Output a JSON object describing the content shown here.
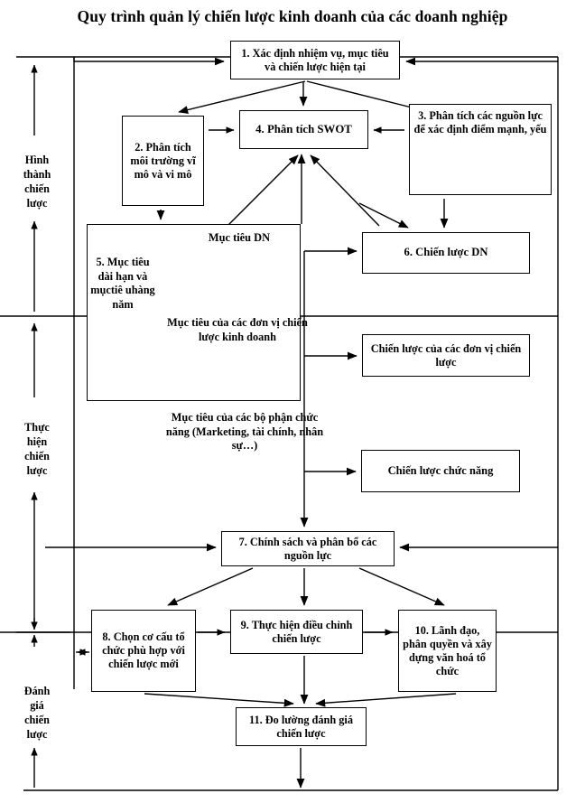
{
  "title": "Quy trình quản lý chiến lược kinh doanh của các doanh nghiệp",
  "diagram": {
    "type": "flowchart",
    "orientation": "top-down",
    "zones": [
      {
        "id": "zone-formation",
        "label": "Hình\nthành\nchiến\nlược"
      },
      {
        "id": "zone-implementation",
        "label": "Thực\nhiện\nchiến\nlược"
      },
      {
        "id": "zone-evaluation",
        "label": "Đánh\ngiá\nchiến\nlược"
      }
    ],
    "nodes": [
      {
        "id": "n1",
        "number": "1.",
        "label": "1. Xác định  nhiệm vụ, mục tiêu và chiến lược hiện tại"
      },
      {
        "id": "n2",
        "number": "2.",
        "label": "2. Phân tích môi trường vĩ mô và vi mô"
      },
      {
        "id": "n3",
        "number": "3.",
        "label": "3. Phân tích các nguồn lực để xác định điểm mạnh, yếu"
      },
      {
        "id": "n4",
        "number": "4.",
        "label": "4. Phân tích SWOT"
      },
      {
        "id": "n5",
        "number": "5.",
        "label": "5. Mục tiêu dài hạn và mụctiê uhàng năm"
      },
      {
        "id": "n6",
        "number": "6.",
        "label": "6. Chiến lược DN"
      },
      {
        "id": "n7",
        "number": "7.",
        "label": "7. Chính sách và phân bổ các nguồn lực"
      },
      {
        "id": "n8",
        "number": "8.",
        "label": "8. Chọn cơ cấu tổ chức phù hợp với chiến lược mới"
      },
      {
        "id": "n9",
        "number": "9.",
        "label": "9. Thực hiện điều chỉnh chiến lược"
      },
      {
        "id": "n10",
        "number": "10.",
        "label": "10. Lãnh đạo, phân quyền và xây dựng văn hoá tổ chức"
      },
      {
        "id": "n11",
        "number": "11.",
        "label": "11. Đo lường đánh giá chiến lược"
      },
      {
        "id": "n-sbu-strategy",
        "number": "",
        "label": "Chiến lược của các đơn vị chiến lược"
      },
      {
        "id": "n-func-strategy",
        "number": "",
        "label": "Chiến lược chức năng"
      }
    ],
    "inline_labels": [
      {
        "id": "objective-corporate",
        "label": "Mục tiêu DN"
      },
      {
        "id": "objective-sbu",
        "label": "Mục tiêu của các đơn vị chiến lược kinh doanh"
      },
      {
        "id": "objective-function",
        "label": "Mục tiêu của các bộ phận chức năng (Marketing, tài chính, nhân sự…)"
      }
    ],
    "colors": {
      "line": "#000000",
      "background": "#ffffff",
      "text": "#000000"
    }
  }
}
